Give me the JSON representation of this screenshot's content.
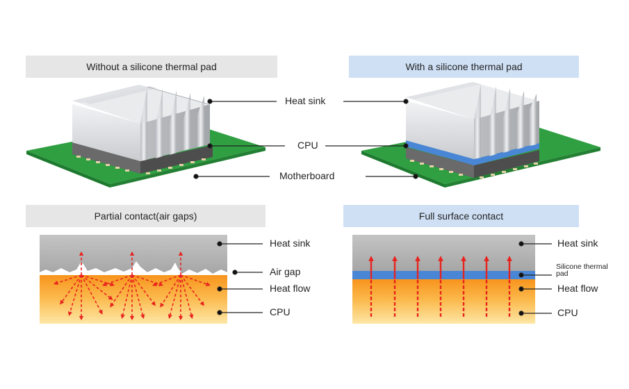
{
  "headers": {
    "without_pad": "Without a silicone thermal pad",
    "with_pad": "With a silicone thermal pad",
    "partial_contact": "Partial contact(air gaps)",
    "full_contact": "Full surface contact"
  },
  "top_labels": {
    "heat_sink": "Heat sink",
    "cpu": "CPU",
    "motherboard": "Motherboard"
  },
  "left_cross_section": {
    "heat_sink": "Heat sink",
    "air_gap": "Air gap",
    "heat_flow": "Heat flow",
    "cpu": "CPU"
  },
  "right_cross_section": {
    "heat_sink": "Heat sink",
    "thermal_pad": "Silicone thermal pad",
    "heat_flow": "Heat flow",
    "cpu": "CPU"
  },
  "colors": {
    "header_gray": "#e6e6e6",
    "header_blue": "#cfe0f5",
    "pcb_green": "#2a9a3e",
    "thermal_pad_blue": "#4a86d6",
    "heat_arrow_red": "#e8231e",
    "cpu_gradient_top": "#f7941d",
    "cpu_gradient_bottom": "#fde7a6"
  }
}
